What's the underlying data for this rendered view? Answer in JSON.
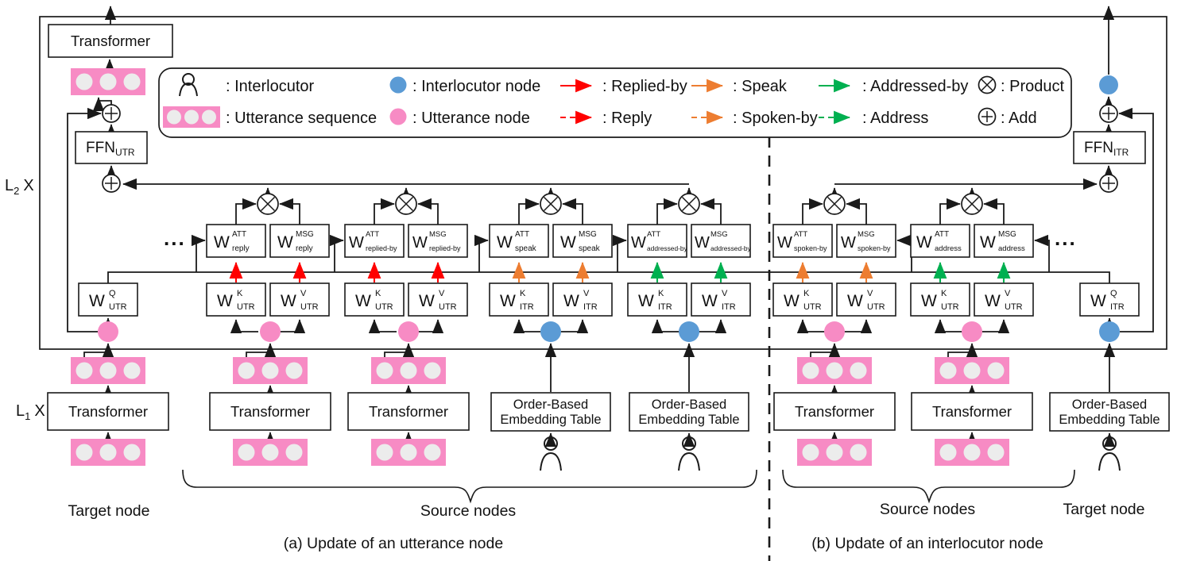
{
  "diagram": {
    "legend": {
      "row1": [
        {
          "icon": "person-icon",
          "label": ": Interlocutor"
        },
        {
          "icon": "interlocutor-node-icon",
          "label": ": Interlocutor node"
        },
        {
          "icon": "replied-by-arrow-icon",
          "label": ": Replied-by"
        },
        {
          "icon": "speak-arrow-icon",
          "label": ": Speak"
        },
        {
          "icon": "addressed-by-arrow-icon",
          "label": ": Addressed-by"
        },
        {
          "icon": "product-icon",
          "label": ": Product"
        }
      ],
      "row2": [
        {
          "icon": "utterance-sequence-icon",
          "label": ": Utterance sequence"
        },
        {
          "icon": "utterance-node-icon",
          "label": ": Utterance node"
        },
        {
          "icon": "reply-arrow-icon",
          "label": ": Reply"
        },
        {
          "icon": "spoken-by-arrow-icon",
          "label": ": Spoken-by"
        },
        {
          "icon": "address-arrow-icon",
          "label": ": Address"
        },
        {
          "icon": "add-icon",
          "label": ": Add"
        }
      ]
    },
    "blocks": {
      "transformer": "Transformer",
      "embed_line1": "Order-Based",
      "embed_line2": "Embedding Table",
      "ffn_utr": {
        "main": "FFN",
        "sub": "UTR"
      },
      "ffn_itr": {
        "main": "FFN",
        "sub": "ITR"
      }
    },
    "w": {
      "q_utr": {
        "main": "W",
        "sup": "Q",
        "sub": "UTR"
      },
      "k_utr": {
        "main": "W",
        "sup": "K",
        "sub": "UTR"
      },
      "v_utr": {
        "main": "W",
        "sup": "V",
        "sub": "UTR"
      },
      "q_itr": {
        "main": "W",
        "sup": "Q",
        "sub": "ITR"
      },
      "k_itr": {
        "main": "W",
        "sup": "K",
        "sub": "ITR"
      },
      "v_itr": {
        "main": "W",
        "sup": "V",
        "sub": "ITR"
      },
      "att_reply": {
        "main": "W",
        "sup": "ATT",
        "sub": "reply"
      },
      "msg_reply": {
        "main": "W",
        "sup": "MSG",
        "sub": "reply"
      },
      "att_replied_by": {
        "main": "W",
        "sup": "ATT",
        "sub": "replied-by"
      },
      "msg_replied_by": {
        "main": "W",
        "sup": "MSG",
        "sub": "replied-by"
      },
      "att_speak": {
        "main": "W",
        "sup": "ATT",
        "sub": "speak"
      },
      "msg_speak": {
        "main": "W",
        "sup": "MSG",
        "sub": "speak"
      },
      "att_addressed_by": {
        "main": "W",
        "sup": "ATT",
        "sub": "addressed-by"
      },
      "msg_addressed_by": {
        "main": "W",
        "sup": "MSG",
        "sub": "addressed-by"
      },
      "att_spoken_by": {
        "main": "W",
        "sup": "ATT",
        "sub": "spoken-by"
      },
      "msg_spoken_by": {
        "main": "W",
        "sup": "MSG",
        "sub": "spoken-by"
      },
      "att_address": {
        "main": "W",
        "sup": "ATT",
        "sub": "address"
      },
      "msg_address": {
        "main": "W",
        "sup": "MSG",
        "sub": "address"
      }
    },
    "labels": {
      "l2": {
        "main": "L",
        "sub": "2",
        "mult": "X"
      },
      "l1": {
        "main": "L",
        "sub": "1",
        "mult": "X"
      },
      "target_a": "Target node",
      "source_a": "Source nodes",
      "source_b": "Source nodes",
      "target_b": "Target node",
      "caption_a": "(a) Update of an utterance node",
      "caption_b": "(b) Update of an interlocutor node",
      "ellipsis": "..."
    },
    "colors": {
      "utterance_pink": "#F78BC4",
      "interlocutor_blue": "#5B9BD5",
      "replied_by_red": "#FF0000",
      "speak_orange": "#ED7D31",
      "addressed_by_green": "#00B050",
      "line_black": "#1A1A1A"
    }
  }
}
